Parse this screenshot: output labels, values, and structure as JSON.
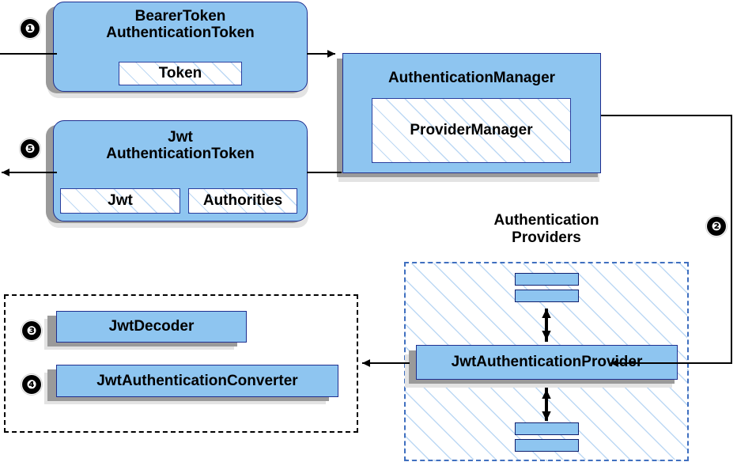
{
  "diagram": {
    "title": "Spring Security JWT Bearer Token Authentication Flow",
    "colors": {
      "node_fill": "#8ec5f0",
      "node_border": "#1f2f8f",
      "hatch_line": "#bcd8f4",
      "shadow_dark": "#9a9a9a",
      "shadow_light": "#e3e3e3",
      "dashed_blue": "#3f6fbf",
      "dashed_black": "#000000",
      "badge_bg": "#000000",
      "badge_fg": "#ffffff",
      "wire": "#000000"
    }
  },
  "badges": [
    {
      "id": "step-1",
      "label": "❶",
      "number": "1"
    },
    {
      "id": "step-2",
      "label": "❷",
      "number": "2"
    },
    {
      "id": "step-3",
      "label": "❸",
      "number": "3"
    },
    {
      "id": "step-4",
      "label": "❹",
      "number": "4"
    },
    {
      "id": "step-5",
      "label": "❺",
      "number": "5"
    }
  ],
  "nodes": {
    "bearer_token": {
      "title_line1": "BearerToken",
      "title_line2": "AuthenticationToken",
      "slot": "Token"
    },
    "jwt_token": {
      "title_line1": "Jwt",
      "title_line2": "AuthenticationToken",
      "slot_left": "Jwt",
      "slot_right": "Authorities"
    },
    "auth_manager": {
      "title": "AuthenticationManager",
      "slot": "ProviderManager"
    },
    "providers_group": {
      "label_line1": "Authentication",
      "label_line2": "Providers"
    },
    "jwt_provider": {
      "title": "JwtAuthenticationProvider"
    },
    "jwt_decoder": {
      "title": "JwtDecoder"
    },
    "jwt_converter": {
      "title": "JwtAuthenticationConverter"
    }
  }
}
